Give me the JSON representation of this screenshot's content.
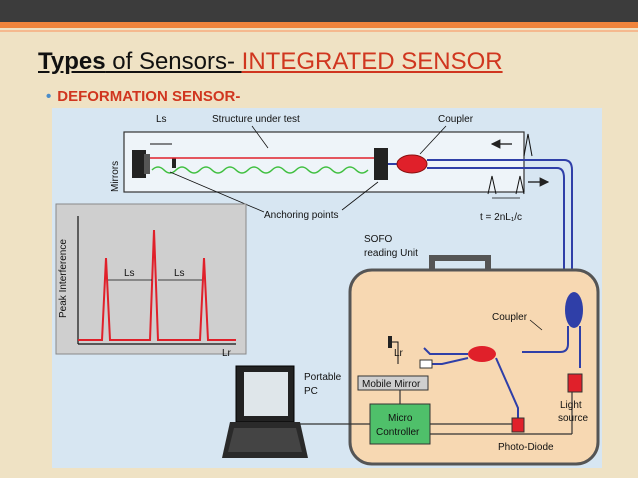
{
  "slide": {
    "title_bold": "Types",
    "title_rest": " of Sensors- ",
    "title_accent": "INTEGRATED SENSOR",
    "bullet": "DEFORMATION SENSOR-"
  },
  "diagram": {
    "labels": {
      "ls_top": "Ls",
      "structure": "Structure under test",
      "coupler_top": "Coupler",
      "mirrors": "Mirrors",
      "anchoring": "Anchoring points",
      "time_formula": "t = 2nL₁/c",
      "sofo_1": "SOFO",
      "sofo_2": "reading Unit",
      "coupler_mid": "Coupler",
      "lr_small": "Lr",
      "peak": "Peak Interference",
      "ls_1": "Ls",
      "ls_2": "Ls",
      "lr_axis": "Lr",
      "portable_1": "Portable",
      "portable_2": "PC",
      "mobile_mirror": "Mobile Mirror",
      "micro_1": "Micro",
      "micro_2": "Controller",
      "photodiode": "Photo-Diode",
      "light_1": "Light",
      "light_2": "source"
    }
  },
  "colors": {
    "accent": "#d0361f",
    "bar_orange": "#f0843c",
    "fiber_blue": "#2f3fa8",
    "coupler_red": "#e0202a"
  }
}
